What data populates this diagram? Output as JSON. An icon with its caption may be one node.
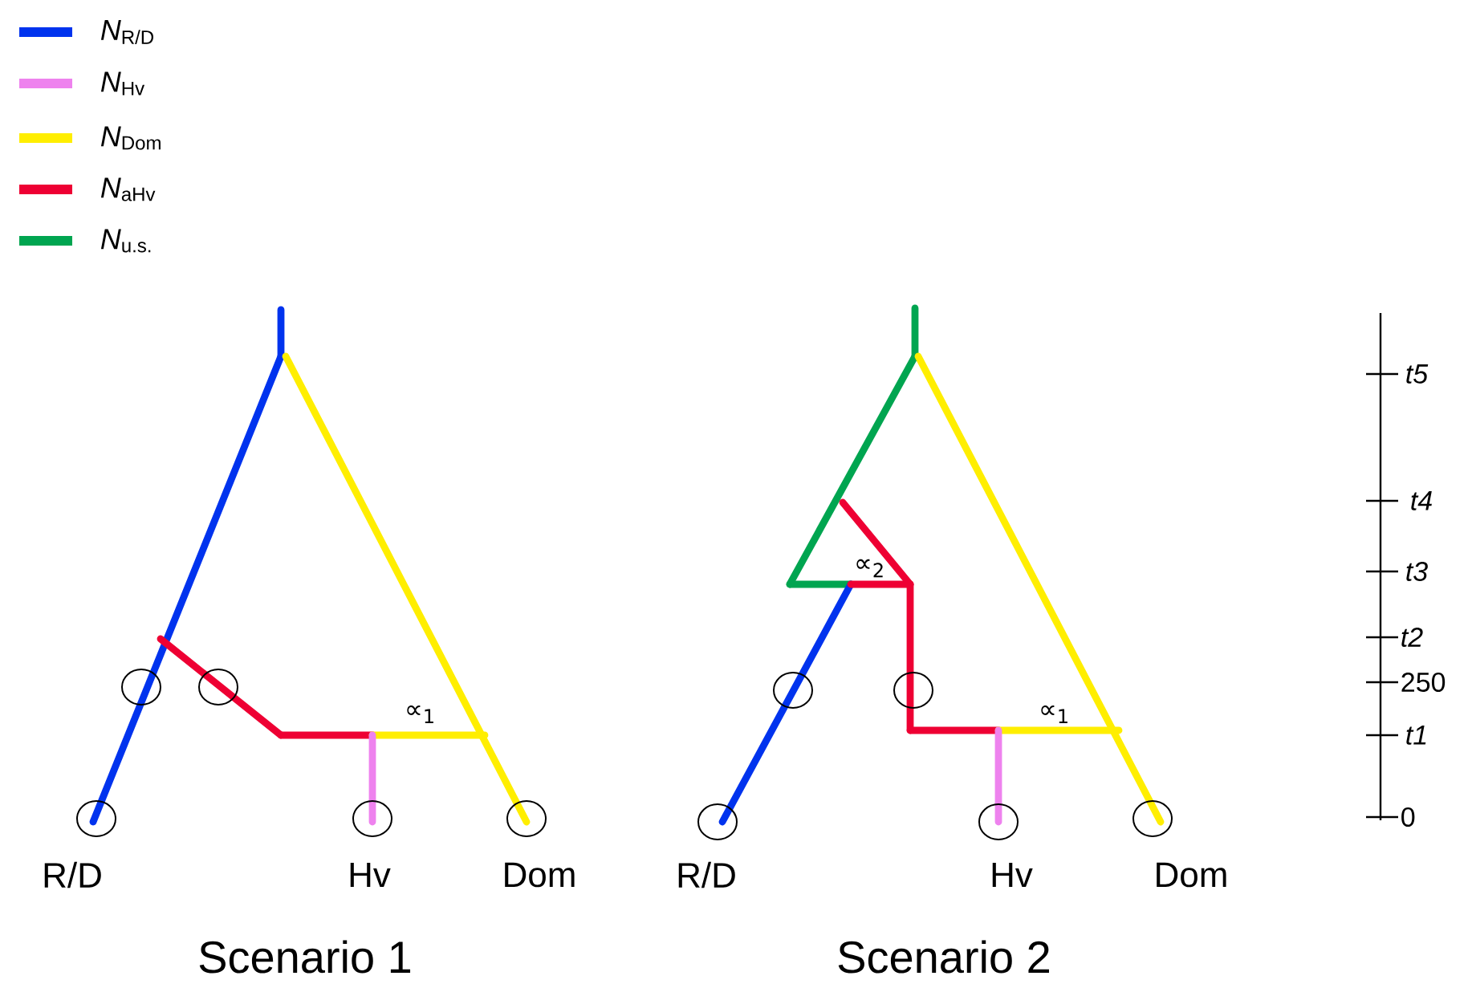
{
  "diagram": {
    "labels": [
      "t5",
      "t4",
      "∝$_{2}$",
      "t3",
      "t2",
      "250",
      "∝$_{1}$",
      "∝$_{1}$",
      "t1",
      "0",
      "R/D",
      "Hv",
      "Dom",
      "R/D",
      "Hv",
      "Dom",
      "Scenario 1",
      "Scenario 2"
    ],
    "legend": [
      {
        "text": "*N*$_{R/D}$",
        "color": "#0033ee"
      },
      {
        "text": "*N*$_{Hv}$",
        "color": "#ee82ee"
      },
      {
        "text": "*N*$_{Dom}$",
        "color": "#ffee00"
      },
      {
        "text": "*N*$_{aHv}$",
        "color": "#ee0033"
      },
      {
        "text": "*N*$_{u.s.}$",
        "color": "#00a550"
      }
    ]
  }
}
